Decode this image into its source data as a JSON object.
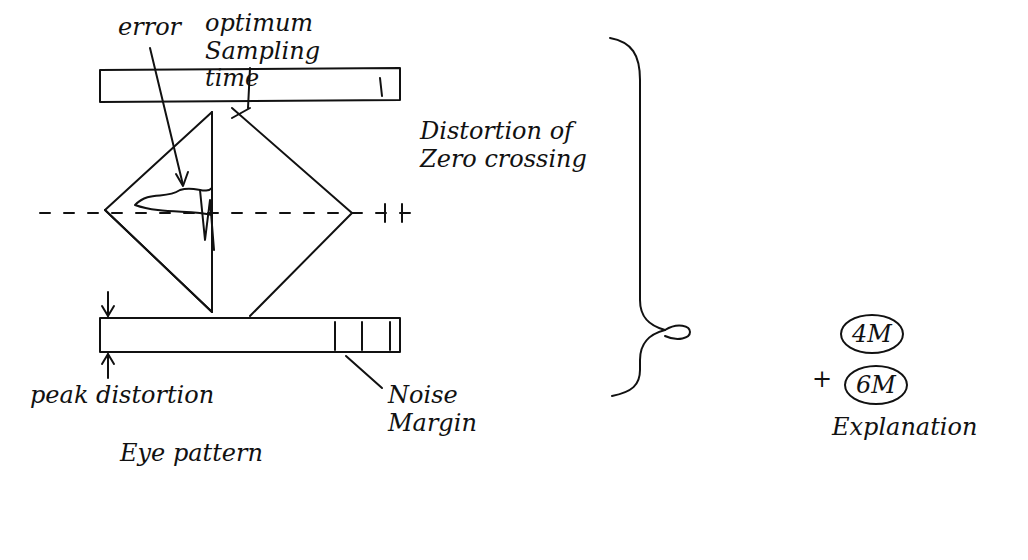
{
  "diagram": {
    "nodes": [
      {
        "text": [
          "4M"
        ]
      },
      {
        "text": [
          "6M"
        ]
      }
    ],
    "labels": [
      "error",
      "optimum Sampling time",
      "Distortion of Zero crossing",
      "peak distortion",
      "Noise Margin",
      "Eye pattern",
      "+",
      "Explanation"
    ]
  }
}
